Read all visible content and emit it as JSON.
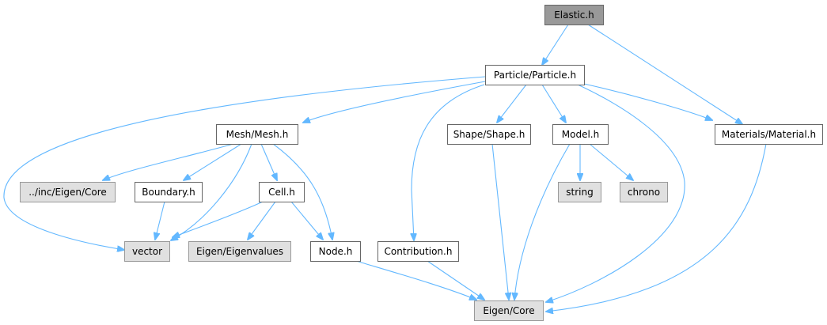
{
  "graph": {
    "nodes": [
      {
        "id": "elastic",
        "label": "Elastic.h",
        "kind": "focus"
      },
      {
        "id": "particle",
        "label": "Particle/Particle.h",
        "kind": "local"
      },
      {
        "id": "mesh",
        "label": "Mesh/Mesh.h",
        "kind": "local"
      },
      {
        "id": "shape",
        "label": "Shape/Shape.h",
        "kind": "local"
      },
      {
        "id": "model",
        "label": "Model.h",
        "kind": "local"
      },
      {
        "id": "material",
        "label": "Materials/Material.h",
        "kind": "local"
      },
      {
        "id": "inc_eigen_core",
        "label": "../inc/Eigen/Core",
        "kind": "system"
      },
      {
        "id": "boundary",
        "label": "Boundary.h",
        "kind": "local"
      },
      {
        "id": "cell",
        "label": "Cell.h",
        "kind": "local"
      },
      {
        "id": "string",
        "label": "string",
        "kind": "system"
      },
      {
        "id": "chrono",
        "label": "chrono",
        "kind": "system"
      },
      {
        "id": "vector",
        "label": "vector",
        "kind": "system"
      },
      {
        "id": "eigenvalues",
        "label": "Eigen/Eigenvalues",
        "kind": "system"
      },
      {
        "id": "node",
        "label": "Node.h",
        "kind": "local"
      },
      {
        "id": "contribution",
        "label": "Contribution.h",
        "kind": "local"
      },
      {
        "id": "eigen_core",
        "label": "Eigen/Core",
        "kind": "system"
      }
    ],
    "edges": [
      [
        "elastic",
        "particle"
      ],
      [
        "elastic",
        "material"
      ],
      [
        "particle",
        "vector"
      ],
      [
        "particle",
        "mesh"
      ],
      [
        "particle",
        "contribution"
      ],
      [
        "particle",
        "shape"
      ],
      [
        "particle",
        "model"
      ],
      [
        "particle",
        "material"
      ],
      [
        "particle",
        "eigen_core"
      ],
      [
        "mesh",
        "inc_eigen_core"
      ],
      [
        "mesh",
        "boundary"
      ],
      [
        "mesh",
        "vector"
      ],
      [
        "mesh",
        "cell"
      ],
      [
        "mesh",
        "node"
      ],
      [
        "boundary",
        "vector"
      ],
      [
        "cell",
        "vector"
      ],
      [
        "cell",
        "eigenvalues"
      ],
      [
        "cell",
        "node"
      ],
      [
        "node",
        "eigen_core"
      ],
      [
        "contribution",
        "eigen_core"
      ],
      [
        "shape",
        "eigen_core"
      ],
      [
        "model",
        "string"
      ],
      [
        "model",
        "chrono"
      ],
      [
        "model",
        "eigen_core"
      ],
      [
        "material",
        "eigen_core"
      ]
    ]
  },
  "colors": {
    "edge": "#63b8ff",
    "focus_fill": "#999999",
    "system_fill": "#e0e0e0",
    "local_fill": "#ffffff",
    "border": "#666666"
  }
}
